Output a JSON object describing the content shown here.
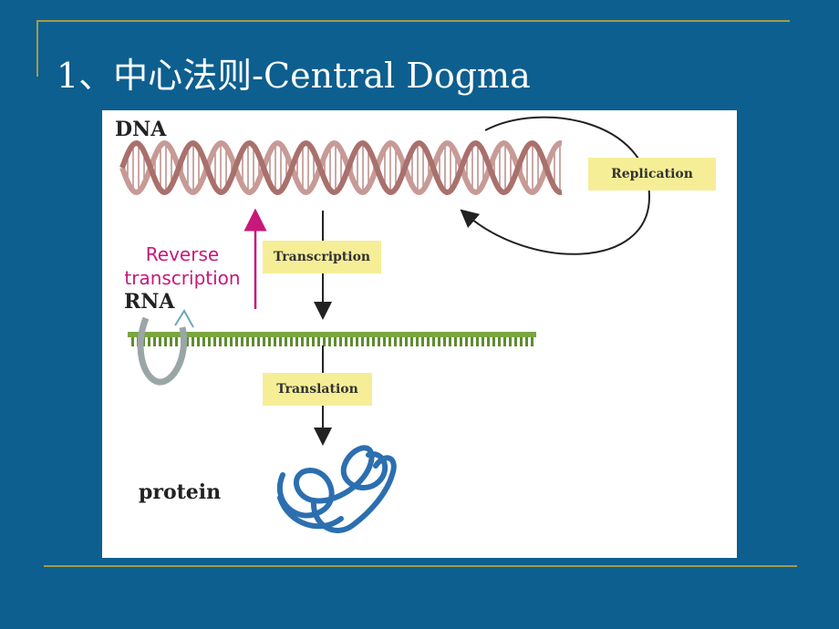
{
  "slide": {
    "title": "1、中心法则-Central Dogma"
  },
  "diagram": {
    "dna_label": "DNA",
    "rna_label": "RNA",
    "protein_label": "protein",
    "replication_label": "Replication",
    "transcription_label": "Transcription",
    "translation_label": "Translation",
    "reverse_label_line1": "Reverse",
    "reverse_label_line2": "transcription"
  },
  "colors": {
    "background": "#0d5f8f",
    "rule": "#a59a4a",
    "label_box": "#f6ee96",
    "reverse_arrow": "#c8187a",
    "rna_strand": "#7aa640",
    "dna_strand": "#c79a96",
    "protein": "#2c6fb0"
  }
}
